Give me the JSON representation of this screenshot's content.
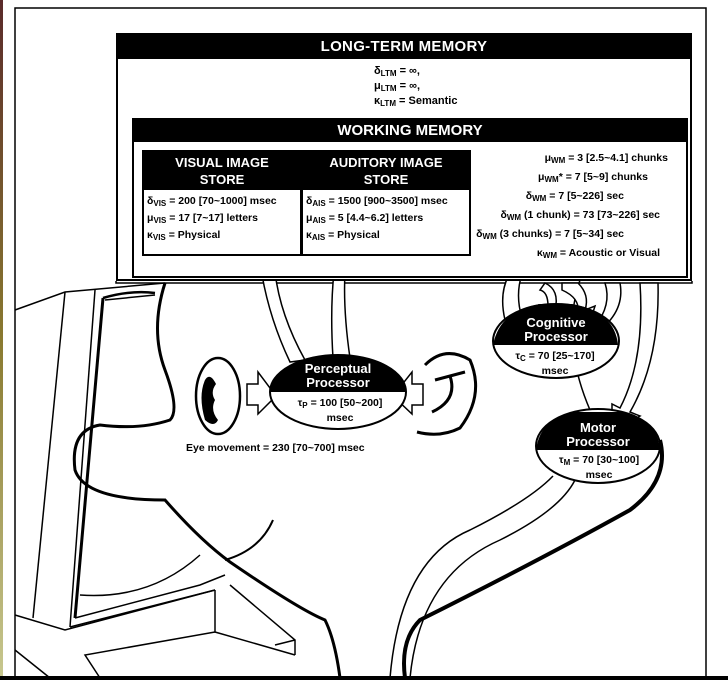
{
  "ltm": {
    "title": "LONG-TERM MEMORY",
    "params": [
      {
        "symbol": "δ",
        "sub": "LTM",
        "value": "= ∞,"
      },
      {
        "symbol": "μ",
        "sub": "LTM",
        "value": "= ∞,"
      },
      {
        "symbol": "κ",
        "sub": "LTM",
        "value": "= Semantic"
      }
    ]
  },
  "wm": {
    "title": "WORKING MEMORY",
    "params": [
      {
        "symbol": "μ",
        "sub": "WM",
        "label": "",
        "value": "= 3 [2.5~4.1] chunks"
      },
      {
        "symbol": "μ",
        "sub": "WM",
        "label": "*",
        "value": "= 7 [5~9] chunks"
      },
      {
        "symbol": "δ",
        "sub": "WM",
        "label": "",
        "value": "= 7 [5~226] sec"
      },
      {
        "symbol": "δ",
        "sub": "WM",
        "label": " (1 chunk)",
        "value": "= 73 [73~226] sec"
      },
      {
        "symbol": "δ",
        "sub": "WM",
        "label": " (3 chunks)",
        "value": "= 7 [5~34] sec"
      },
      {
        "symbol": "κ",
        "sub": "WM",
        "label": "",
        "value": "= Acoustic or Visual"
      }
    ]
  },
  "visual_store": {
    "title_line1": "VISUAL IMAGE",
    "title_line2": "STORE",
    "params": [
      {
        "symbol": "δ",
        "sub": "VIS",
        "value": "= 200 [70~1000] msec"
      },
      {
        "symbol": "μ",
        "sub": "VIS",
        "value": "= 17 [7~17] letters"
      },
      {
        "symbol": "κ",
        "sub": "VIS",
        "value": "= Physical"
      }
    ]
  },
  "auditory_store": {
    "title_line1": "AUDITORY IMAGE",
    "title_line2": "STORE",
    "params": [
      {
        "symbol": "δ",
        "sub": "AIS",
        "value": "= 1500 [900~3500] msec"
      },
      {
        "symbol": "μ",
        "sub": "AIS",
        "value": "= 5 [4.4~6.2] letters"
      },
      {
        "symbol": "κ",
        "sub": "AIS",
        "value": "= Physical"
      }
    ]
  },
  "perceptual": {
    "title_line1": "Perceptual",
    "title_line2": "Processor",
    "symbol": "τ",
    "sub": "P",
    "value": "= 100 [50~200]",
    "unit": "msec"
  },
  "cognitive": {
    "title_line1": "Cognitive",
    "title_line2": "Processor",
    "symbol": "τ",
    "sub": "C",
    "value": "= 70 [25~170]",
    "unit": "msec"
  },
  "motor": {
    "title_line1": "Motor",
    "title_line2": "Processor",
    "symbol": "τ",
    "sub": "M",
    "value": "= 70 [30~100]",
    "unit": "msec"
  },
  "eye_movement": "Eye movement = 230 [70~700] msec"
}
